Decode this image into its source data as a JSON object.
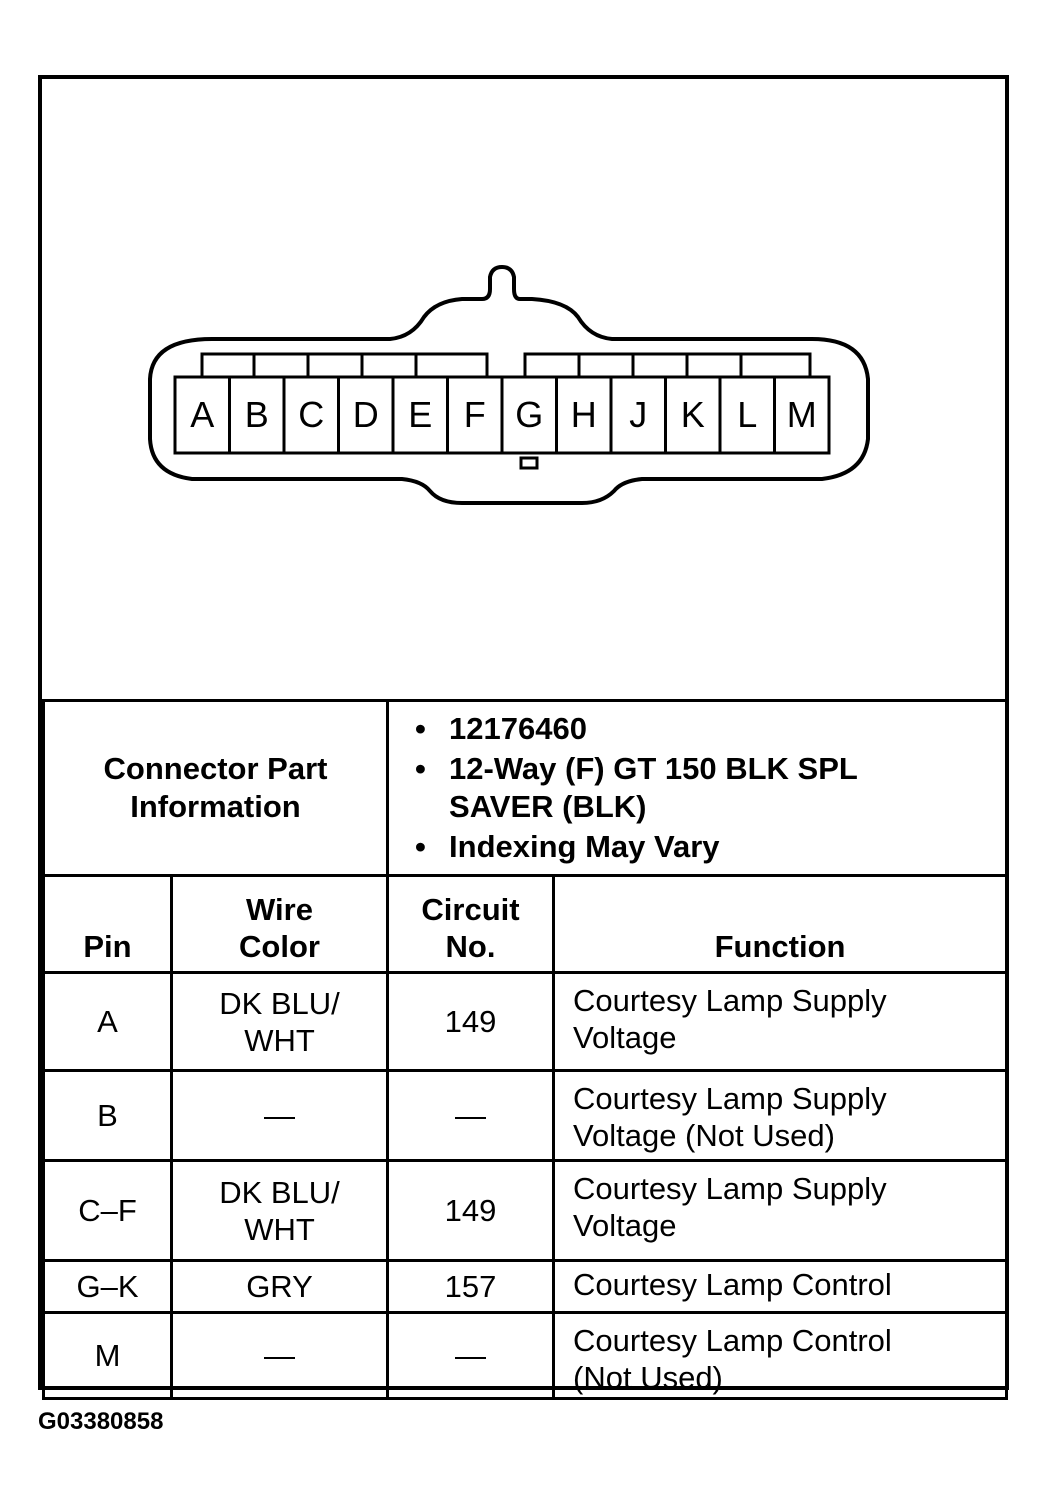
{
  "connector": {
    "pins": [
      "A",
      "B",
      "C",
      "D",
      "E",
      "F",
      "G",
      "H",
      "J",
      "K",
      "L",
      "M"
    ]
  },
  "part_info": {
    "label_line1": "Connector Part",
    "label_line2": "Information",
    "items": [
      {
        "line1": "12176460",
        "line2": ""
      },
      {
        "line1": "12-Way (F) GT 150 BLK SPL",
        "line2": "SAVER (BLK)"
      },
      {
        "line1": "Indexing May Vary",
        "line2": ""
      }
    ]
  },
  "table": {
    "headers": {
      "pin": "Pin",
      "wire_color_line1": "Wire",
      "wire_color_line2": "Color",
      "circuit_line1": "Circuit",
      "circuit_line2": "No.",
      "function": "Function"
    },
    "rows": [
      {
        "pin": "A",
        "wire_line1": "DK BLU/",
        "wire_line2": "WHT",
        "circuit": "149",
        "func_line1": "Courtesy Lamp Supply",
        "func_line2": "Voltage"
      },
      {
        "pin": "B",
        "wire_line1": "—",
        "wire_line2": "",
        "circuit": "—",
        "func_line1": "Courtesy Lamp Supply",
        "func_line2": "Voltage (Not Used)"
      },
      {
        "pin": "C–F",
        "wire_line1": "DK BLU/",
        "wire_line2": "WHT",
        "circuit": "149",
        "func_line1": "Courtesy Lamp Supply",
        "func_line2": "Voltage"
      },
      {
        "pin": "G–K",
        "wire_line1": "GRY",
        "wire_line2": "",
        "circuit": "157",
        "func_line1": "Courtesy Lamp Control",
        "func_line2": ""
      },
      {
        "pin": "M",
        "wire_line1": "—",
        "wire_line2": "",
        "circuit": "—",
        "func_line1": "Courtesy Lamp Control",
        "func_line2": "(Not Used)"
      }
    ]
  },
  "figure_id": "G03380858"
}
